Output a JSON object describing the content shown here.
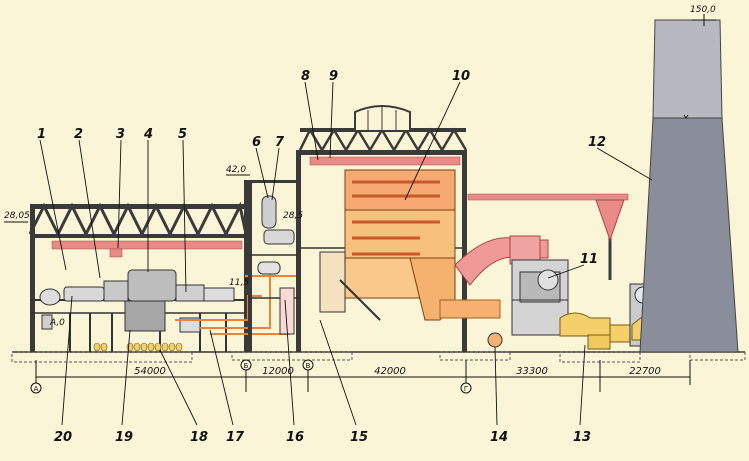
{
  "colors": {
    "background": "#fbf5d8",
    "steel": "#3a3a3a",
    "duct_red": "#e88b86",
    "boiler_orange": "#f7b36a",
    "chimney": "#8a8e9b",
    "chimney_top": "#aeb0b8",
    "equipment_yellow": "#f4cf6a"
  },
  "elevations": {
    "stack_top": "150,0",
    "boiler_house": "42,0",
    "turbine_hall": "28,05",
    "bunker_level": "28,5",
    "operating_floor": "11,5",
    "ground_a": "A,0"
  },
  "dimensions": {
    "turbine_hall_span": "54000",
    "deaerator_bay": "12000",
    "boiler_bay": "42000",
    "flue_gas_bay": "33300",
    "chimney_bay": "22700"
  },
  "axes": {
    "a": "А",
    "b": "Б",
    "v": "В",
    "g": "Г"
  },
  "labels": {
    "l1": "1",
    "l2": "2",
    "l3": "3",
    "l4": "4",
    "l5": "5",
    "l6": "6",
    "l7": "7",
    "l8": "8",
    "l9": "9",
    "l10": "10",
    "l11": "11",
    "l12": "12",
    "l13": "13",
    "l14": "14",
    "l15": "15",
    "l16": "16",
    "l17": "17",
    "l18": "18",
    "l19": "19",
    "l20": "20"
  }
}
